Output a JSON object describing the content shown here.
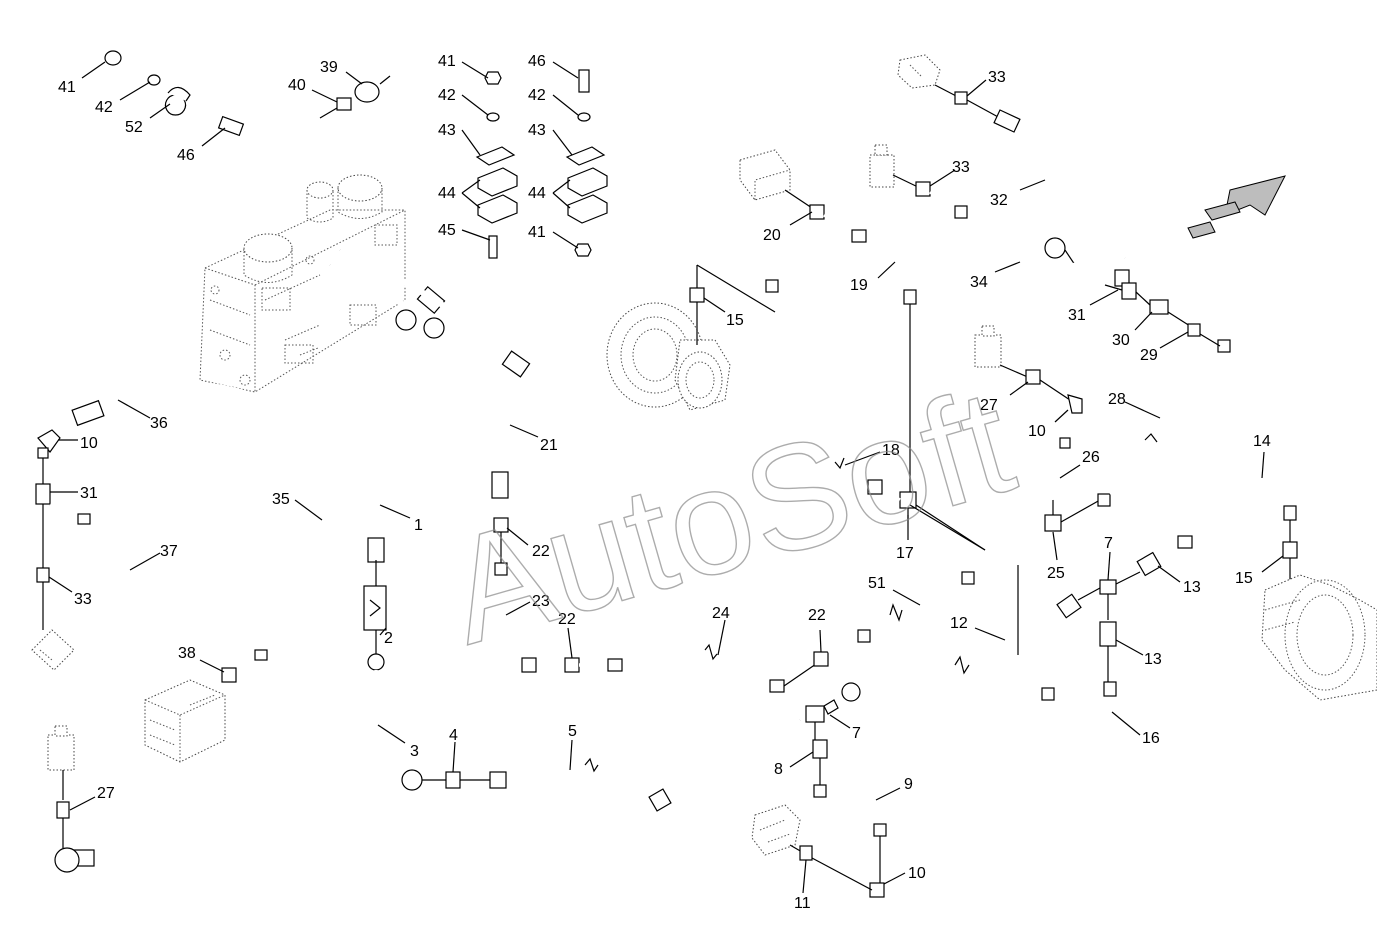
{
  "diagram": {
    "watermark": "AutoSoft",
    "callouts": [
      {
        "id": "c41a",
        "text": "41"
      },
      {
        "id": "c42a",
        "text": "42"
      },
      {
        "id": "c52",
        "text": "52"
      },
      {
        "id": "c46a",
        "text": "46"
      },
      {
        "id": "c39",
        "text": "39"
      },
      {
        "id": "c40",
        "text": "40"
      },
      {
        "id": "c41b",
        "text": "41"
      },
      {
        "id": "c42b",
        "text": "42"
      },
      {
        "id": "c43a",
        "text": "43"
      },
      {
        "id": "c44a",
        "text": "44"
      },
      {
        "id": "c45",
        "text": "45"
      },
      {
        "id": "c46b",
        "text": "46"
      },
      {
        "id": "c42c",
        "text": "42"
      },
      {
        "id": "c43b",
        "text": "43"
      },
      {
        "id": "c44b",
        "text": "44"
      },
      {
        "id": "c41c",
        "text": "41"
      },
      {
        "id": "c33a",
        "text": "33"
      },
      {
        "id": "c33b",
        "text": "33"
      },
      {
        "id": "c32",
        "text": "32"
      },
      {
        "id": "c34",
        "text": "34"
      },
      {
        "id": "c20",
        "text": "20"
      },
      {
        "id": "c19",
        "text": "19"
      },
      {
        "id": "c15a",
        "text": "15"
      },
      {
        "id": "c31a",
        "text": "31"
      },
      {
        "id": "c30",
        "text": "30"
      },
      {
        "id": "c29",
        "text": "29"
      },
      {
        "id": "c27a",
        "text": "27"
      },
      {
        "id": "c10a",
        "text": "10"
      },
      {
        "id": "c28",
        "text": "28"
      },
      {
        "id": "c26",
        "text": "26"
      },
      {
        "id": "c36",
        "text": "36"
      },
      {
        "id": "c10b",
        "text": "10"
      },
      {
        "id": "c31b",
        "text": "31"
      },
      {
        "id": "c35",
        "text": "35"
      },
      {
        "id": "c37",
        "text": "37"
      },
      {
        "id": "c33c",
        "text": "33"
      },
      {
        "id": "c38",
        "text": "38"
      },
      {
        "id": "c27b",
        "text": "27"
      },
      {
        "id": "c21",
        "text": "21"
      },
      {
        "id": "c1",
        "text": "1"
      },
      {
        "id": "c22a",
        "text": "22"
      },
      {
        "id": "c23",
        "text": "23"
      },
      {
        "id": "c22b",
        "text": "22"
      },
      {
        "id": "c24",
        "text": "24"
      },
      {
        "id": "c22c",
        "text": "22"
      },
      {
        "id": "c18",
        "text": "18"
      },
      {
        "id": "c17",
        "text": "17"
      },
      {
        "id": "c25",
        "text": "25"
      },
      {
        "id": "c51",
        "text": "51"
      },
      {
        "id": "c12",
        "text": "12"
      },
      {
        "id": "c7a",
        "text": "7"
      },
      {
        "id": "c13a",
        "text": "13"
      },
      {
        "id": "c13b",
        "text": "13"
      },
      {
        "id": "c14",
        "text": "14"
      },
      {
        "id": "c15b",
        "text": "15"
      },
      {
        "id": "c16",
        "text": "16"
      },
      {
        "id": "c2",
        "text": "2"
      },
      {
        "id": "c3",
        "text": "3"
      },
      {
        "id": "c4",
        "text": "4"
      },
      {
        "id": "c5",
        "text": "5"
      },
      {
        "id": "c7b",
        "text": "7"
      },
      {
        "id": "c8",
        "text": "8"
      },
      {
        "id": "c9",
        "text": "9"
      },
      {
        "id": "c10c",
        "text": "10"
      },
      {
        "id": "c11",
        "text": "11"
      }
    ]
  }
}
